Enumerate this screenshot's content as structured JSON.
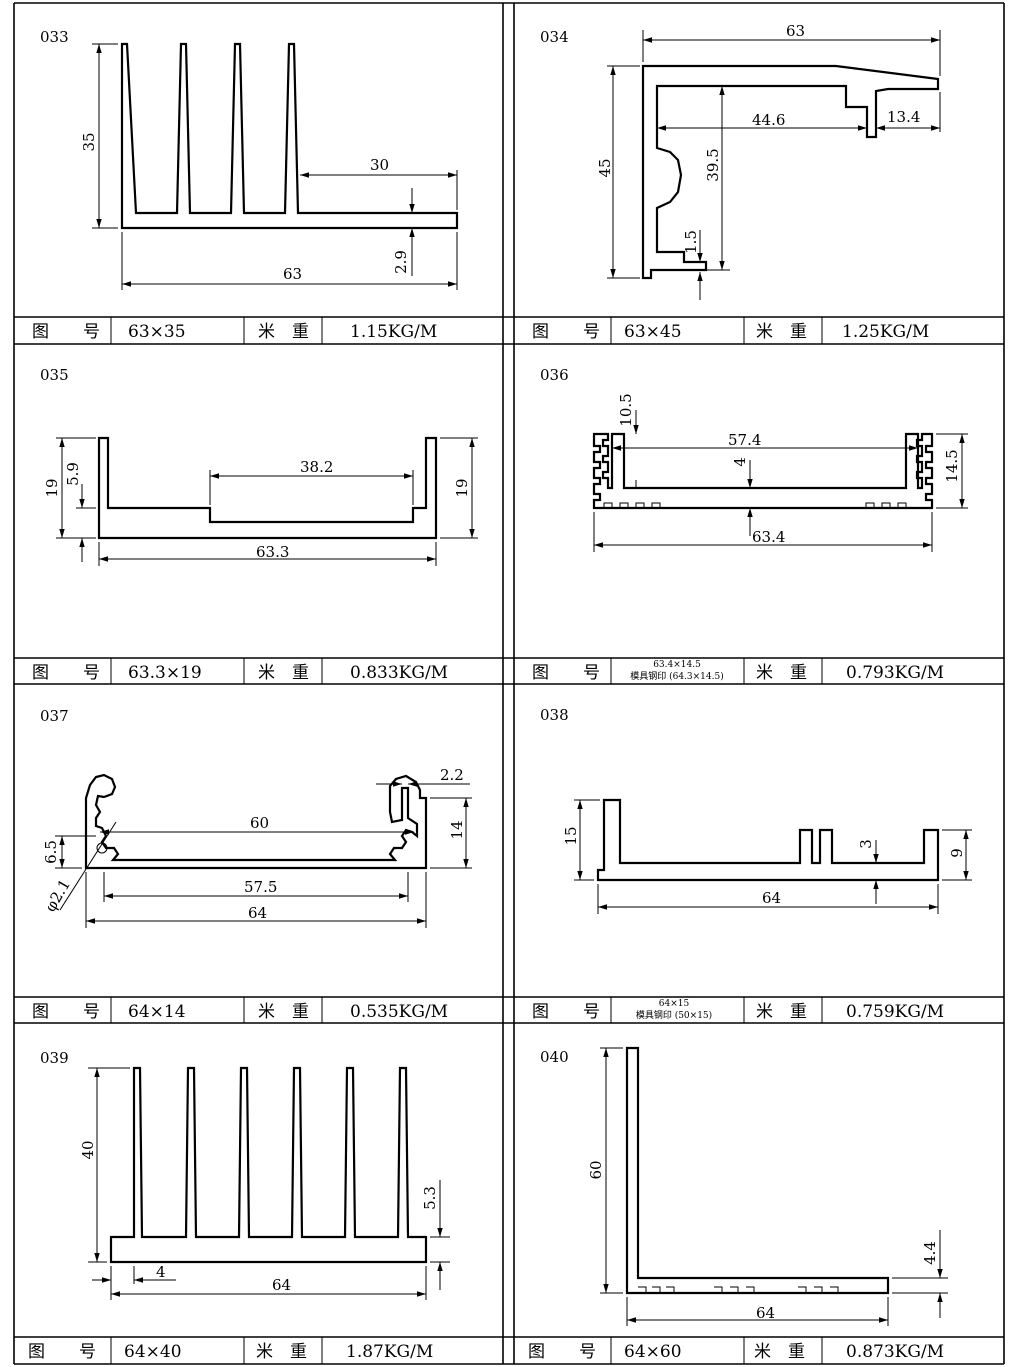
{
  "table_labels": {
    "drawing_no": "图　　号",
    "weight_per_meter": "米　重"
  },
  "profiles": [
    {
      "id": "033",
      "size": "63×35",
      "weight": "1.15KG/M",
      "dims": [
        "63",
        "35",
        "30",
        "2.9"
      ]
    },
    {
      "id": "034",
      "size": "63×45",
      "weight": "1.25KG/M",
      "dims": [
        "63",
        "45",
        "44.6",
        "13.4",
        "39.5",
        "1.5"
      ]
    },
    {
      "id": "035",
      "size": "63.3×19",
      "weight": "0.833KG/M",
      "dims": [
        "38.2",
        "63.3",
        "19",
        "5.9",
        "19"
      ]
    },
    {
      "id": "036",
      "size_line1": "63.4×14.5",
      "size_line2": "模具钢印 (64.3×14.5)",
      "weight": "0.793KG/M",
      "dims": [
        "10.5",
        "57.4",
        "4",
        "14.5",
        "63.4"
      ]
    },
    {
      "id": "037",
      "size": "64×14",
      "weight": "0.535KG/M",
      "dims": [
        "2.2",
        "60",
        "14",
        "6.5",
        "57.5",
        "64",
        "φ2.1"
      ]
    },
    {
      "id": "038",
      "size_line1": "64×15",
      "size_line2": "模具钢印 (50×15)",
      "weight": "0.759KG/M",
      "dims": [
        "15",
        "3",
        "9",
        "64"
      ]
    },
    {
      "id": "039",
      "size": "64×40",
      "weight": "1.87KG/M",
      "dims": [
        "40",
        "5.3",
        "4",
        "64"
      ]
    },
    {
      "id": "040",
      "size": "64×60",
      "weight": "0.873KG/M",
      "dims": [
        "60",
        "4.4",
        "64"
      ]
    }
  ]
}
